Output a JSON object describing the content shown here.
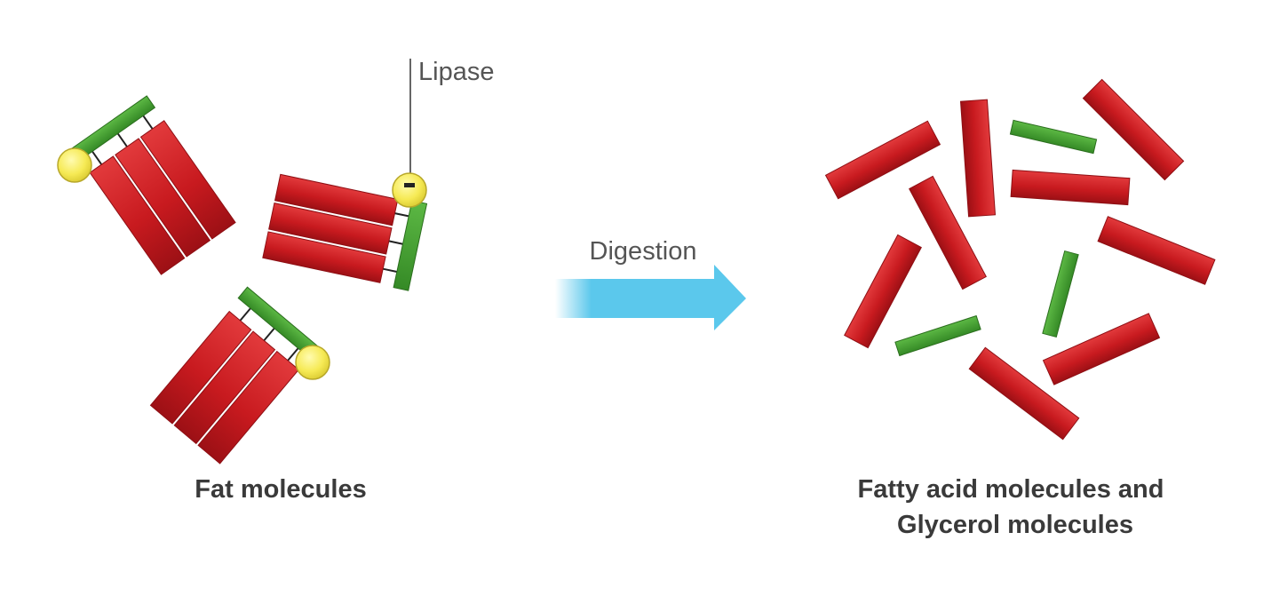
{
  "labels": {
    "enzyme": "Lipase",
    "process": "Digestion",
    "reactant": "Fat molecules",
    "products_line1": "Fatty acid molecules and",
    "products_line2": "Glycerol molecules"
  },
  "colors": {
    "fatty_acid": "#cc1f24",
    "fatty_acid_dark": "#8e0f14",
    "glycerol": "#47a234",
    "glycerol_dark": "#2b6e1e",
    "lipase": "#f5e85a",
    "lipase_edge": "#b8a82a",
    "arrow": "#5bc8ec"
  }
}
